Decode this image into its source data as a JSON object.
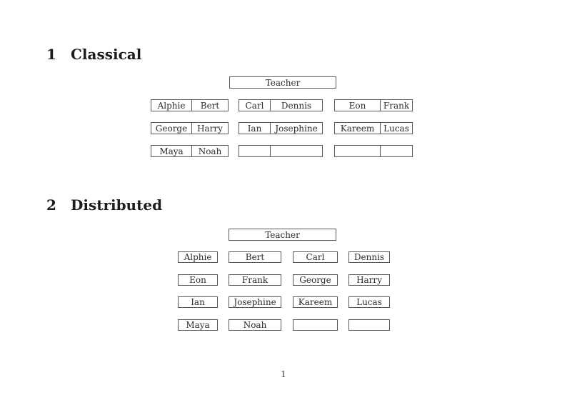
{
  "page": {
    "number": "1"
  },
  "colors": {
    "border": "#585858",
    "text": "#2b2b2b",
    "background": "#ffffff"
  },
  "sections": [
    {
      "number": "1",
      "title": "Classical",
      "teacher_label": "Teacher",
      "desk_rows": [
        [
          [
            "Alphie",
            "Bert"
          ],
          [
            "Carl",
            "Dennis"
          ],
          [
            "Eon",
            "Frank"
          ]
        ],
        [
          [
            "George",
            "Harry"
          ],
          [
            "Ian",
            "Josephine"
          ],
          [
            "Kareem",
            "Lucas"
          ]
        ],
        [
          [
            "Maya",
            "Noah"
          ],
          [
            "",
            ""
          ],
          [
            "",
            ""
          ]
        ]
      ]
    },
    {
      "number": "2",
      "title": "Distributed",
      "teacher_label": "Teacher",
      "desk_rows": [
        [
          "Alphie",
          "Bert",
          "Carl",
          "Dennis"
        ],
        [
          "Eon",
          "Frank",
          "George",
          "Harry"
        ],
        [
          "Ian",
          "Josephine",
          "Kareem",
          "Lucas"
        ],
        [
          "Maya",
          "Noah",
          "",
          ""
        ]
      ]
    }
  ]
}
